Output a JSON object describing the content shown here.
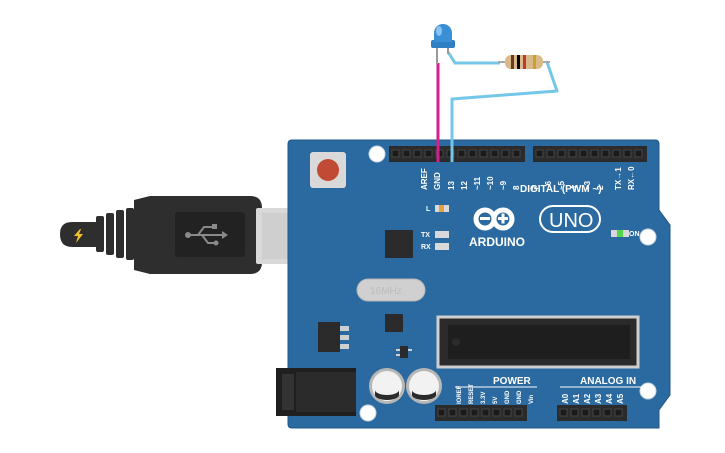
{
  "board": {
    "logo_text": "ARDUINO",
    "model": "UNO",
    "aref": "AREF",
    "gnd": "GND",
    "digital_label": "DIGITAL (PWM ~)",
    "digital_pins": [
      "13",
      "12",
      "~11",
      "~10",
      "~9",
      "8",
      "7",
      "~6",
      "~5",
      "4",
      "~3",
      "2",
      "TX→1",
      "RX←0"
    ],
    "led_l": "L",
    "tx": "TX",
    "rx": "RX",
    "on": "ON",
    "power_label": "POWER",
    "power_pins": [
      "IOREF",
      "RESET",
      "3.3V",
      "5V",
      "GND",
      "GND",
      "Vin"
    ],
    "analog_label": "ANALOG IN",
    "analog_pins": [
      "A0",
      "A1",
      "A2",
      "A3",
      "A4",
      "A5"
    ],
    "crystal_text": "16MHz"
  },
  "colors": {
    "board": "#2a6aa0",
    "board_edge": "#1f5685",
    "header": "#2b2b2b",
    "led_blue": "#3a8fd6",
    "wire_gnd": "#d41f8c",
    "wire_13": "#74c7e8",
    "usb_cable": "#2e2e2e",
    "reset_button": "#c14a34",
    "on_led": "#4fd84a"
  },
  "icons": {
    "usb": "usb-symbol-icon",
    "power": "lightning-icon"
  }
}
